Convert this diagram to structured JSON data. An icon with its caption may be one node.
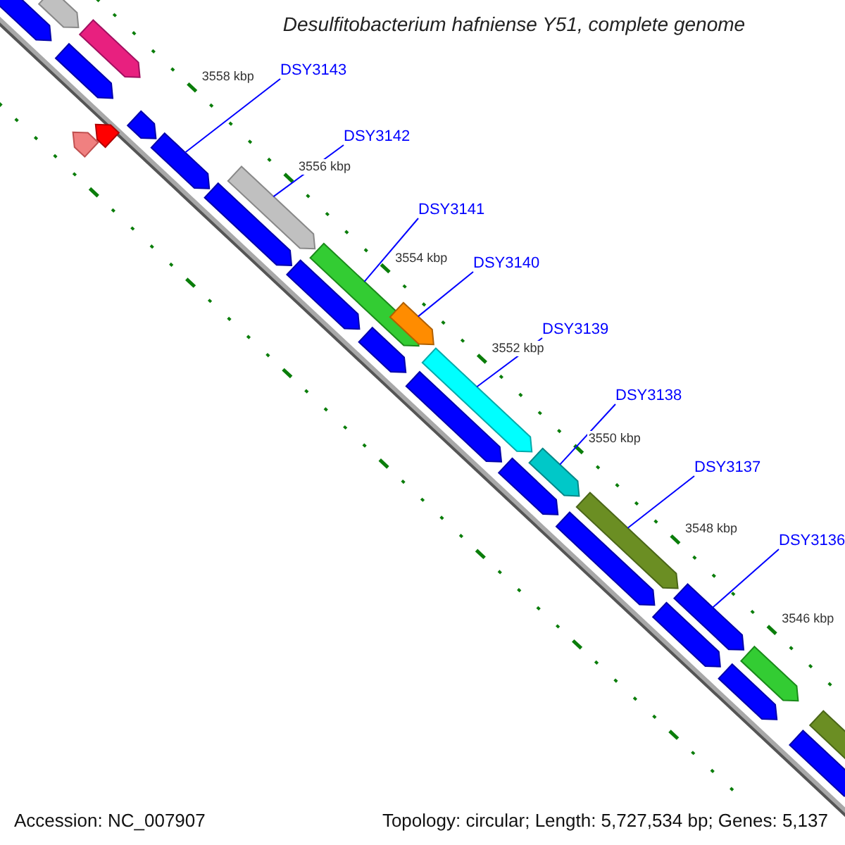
{
  "diagram": {
    "title": "Desulfitobacterium hafniense Y51, complete genome",
    "nodes": [
      {
        "text": [
          "DSY3143"
        ]
      },
      {
        "text": [
          "DSY3142"
        ]
      },
      {
        "text": [
          "DSY3141"
        ]
      },
      {
        "text": [
          "DSY3140"
        ]
      },
      {
        "text": [
          "DSY3139"
        ]
      },
      {
        "text": [
          "DSY3138"
        ]
      },
      {
        "text": [
          "DSY3137"
        ]
      },
      {
        "text": [
          "DSY3136"
        ]
      },
      {
        "text": [],
        "shape": "bar"
      },
      {
        "text": [],
        "shape": "bar"
      },
      {
        "text": [],
        "shape": "bar"
      },
      {
        "text": [],
        "shape": "bar"
      },
      {
        "text": [],
        "shape": "bar"
      },
      {
        "text": [],
        "shape": "bar"
      },
      {
        "text": [],
        "shape": "bar"
      },
      {
        "text": [],
        "shape": "bar"
      },
      {
        "text": [],
        "shape": "bar"
      },
      {
        "text": [],
        "shape": "bar"
      },
      {
        "text": [],
        "shape": "bar"
      },
      {
        "text": [],
        "shape": "bar"
      },
      {
        "text": [],
        "shape": "bar"
      },
      {
        "text": [],
        "shape": "bar"
      },
      {
        "text": [],
        "shape": "bar"
      },
      {
        "text": [],
        "shape": "bar"
      },
      {
        "text": [],
        "shape": "bar"
      },
      {
        "text": [],
        "shape": "bar"
      },
      {
        "text": [],
        "shape": "bar"
      },
      {
        "text": [],
        "shape": "bar"
      },
      {
        "text": [],
        "shape": "bar"
      },
      {
        "text": [],
        "shape": "bar"
      },
      {
        "text": [],
        "shape": "bar"
      },
      {
        "text": [],
        "shape": "bar"
      },
      {
        "text": [],
        "shape": "bar"
      },
      {
        "text": [],
        "shape": "bar"
      }
    ],
    "edges": [
      {
        "from": 0,
        "to": 15,
        "arrow": "none"
      },
      {
        "from": 1,
        "to": 17,
        "arrow": "none"
      },
      {
        "from": 2,
        "to": 19,
        "arrow": "none"
      },
      {
        "from": 3,
        "to": 21,
        "arrow": "none"
      },
      {
        "from": 4,
        "to": 22,
        "arrow": "none"
      },
      {
        "from": 5,
        "to": 25,
        "arrow": "none"
      },
      {
        "from": 6,
        "to": 27,
        "arrow": "none"
      },
      {
        "from": 7,
        "to": 29,
        "arrow": "none"
      }
    ],
    "labels": [
      "3558 kbp",
      "3556 kbp",
      "3554 kbp",
      "3552 kbp",
      "3550 kbp",
      "3548 kbp",
      "3546 kbp",
      "Accession: NC_007907",
      "Topology: circular; Length: 5,727,534 bp; Genes: 5,137"
    ]
  }
}
